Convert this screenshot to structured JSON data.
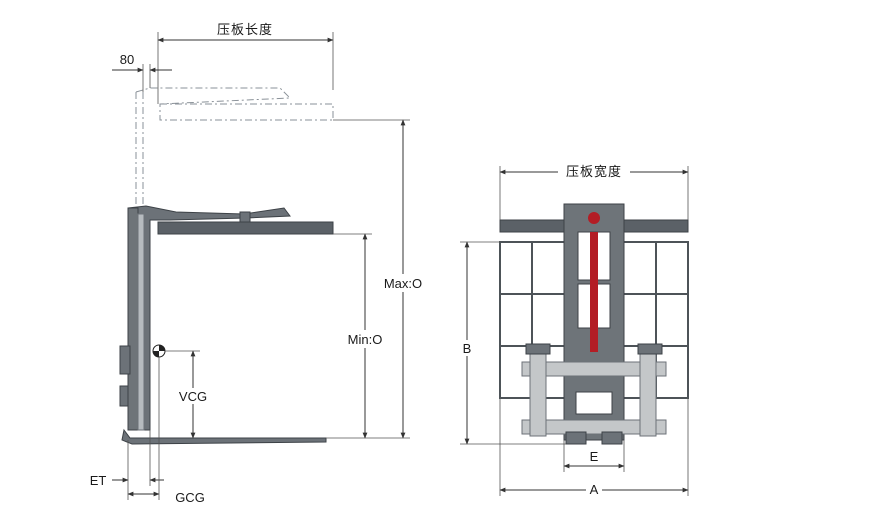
{
  "labels": {
    "plate_length": "压板长度",
    "plate_width": "压板宽度",
    "dim_80": "80",
    "max_o": "Max:O",
    "min_o": "Min:O",
    "vcg": "VCG",
    "et": "ET",
    "gcg": "GCG",
    "b": "B",
    "e": "E",
    "a": "A"
  }
}
